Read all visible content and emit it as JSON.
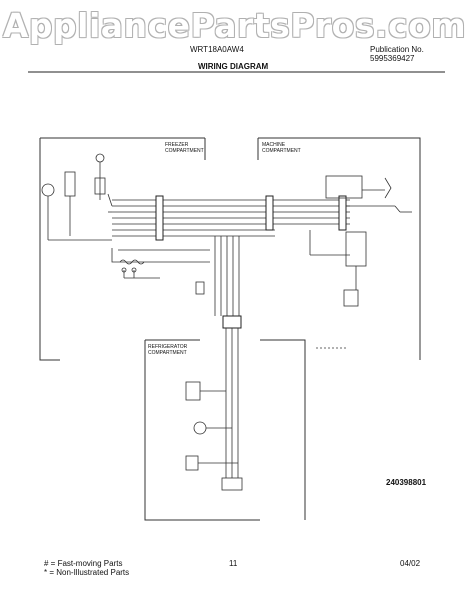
{
  "watermark": "AppliancePartsPros.com",
  "header": {
    "model": "WRT18A0AW4",
    "publication_label": "Publication No.",
    "publication_number": "5995369427",
    "title": "WIRING DIAGRAM"
  },
  "diagram": {
    "freezer_compartment": "FREEZER COMPARTMENT",
    "machine_compartment": "MACHINE COMPARTMENT",
    "refrigerator_compartment": "REFRIGERATOR COMPARTMENT",
    "drawing_number": "240398801"
  },
  "footer": {
    "legend_fast": "#  = Fast-moving Parts",
    "legend_non": "*  = Non-Illustrated Parts",
    "page": "11",
    "date": "04/02"
  }
}
